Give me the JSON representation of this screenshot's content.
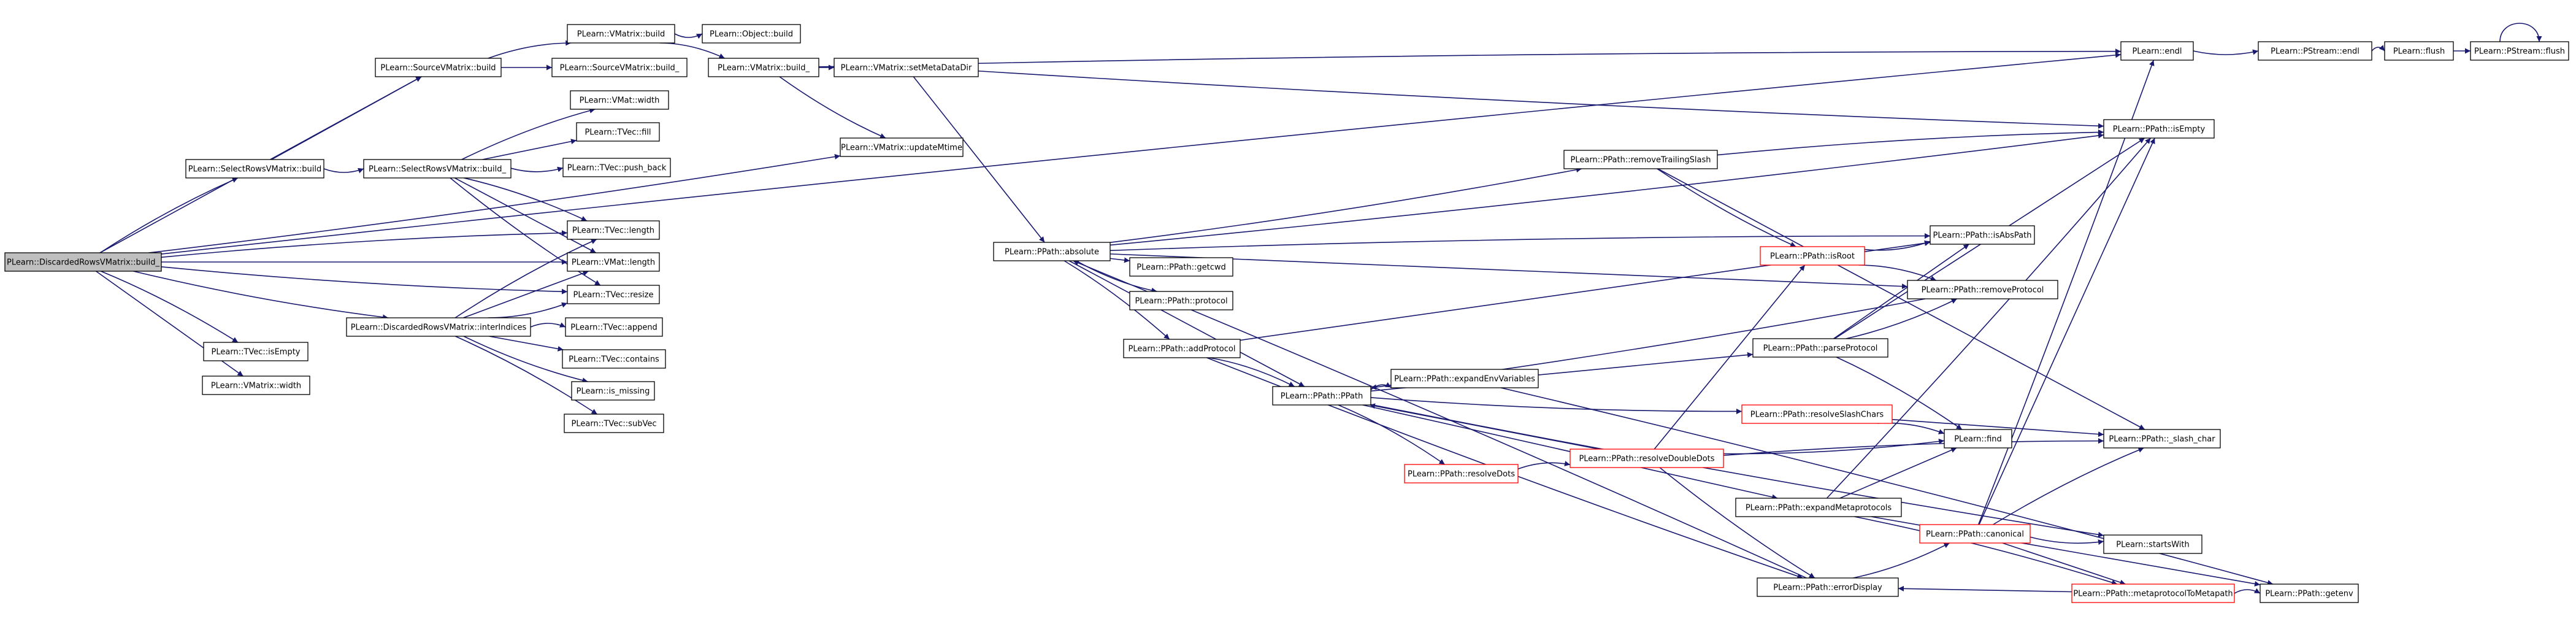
{
  "colors": {
    "edge": "#191970",
    "node_border": "#000000",
    "highlighted_border": "#ff0000",
    "root_fill": "#bfbfbf",
    "node_fill": "#ffffff"
  },
  "nodes": [
    {
      "id": "root",
      "label": "PLearn::DiscardedRowsVMatrix::build_",
      "style": "root"
    },
    {
      "id": "srv_build",
      "label": "PLearn::SelectRowsVMatrix::build",
      "style": "normal"
    },
    {
      "id": "srcv_build",
      "label": "PLearn::SourceVMatrix::build",
      "style": "normal"
    },
    {
      "id": "vm_build",
      "label": "PLearn::VMatrix::build",
      "style": "normal"
    },
    {
      "id": "obj_build",
      "label": "PLearn::Object::build",
      "style": "normal"
    },
    {
      "id": "srcv_build_",
      "label": "PLearn::SourceVMatrix::build_",
      "style": "normal"
    },
    {
      "id": "vm_build_",
      "label": "PLearn::VMatrix::build_",
      "style": "normal"
    },
    {
      "id": "setmeta",
      "label": "PLearn::VMatrix::setMetaDataDir",
      "style": "normal"
    },
    {
      "id": "updmtime",
      "label": "PLearn::VMatrix::updateMtime",
      "style": "normal"
    },
    {
      "id": "srv_build_",
      "label": "PLearn::SelectRowsVMatrix::build_",
      "style": "normal"
    },
    {
      "id": "vmat_width",
      "label": "PLearn::VMat::width",
      "style": "normal"
    },
    {
      "id": "tvec_fill",
      "label": "PLearn::TVec::fill",
      "style": "normal"
    },
    {
      "id": "tvec_pushback",
      "label": "PLearn::TVec::push_back",
      "style": "normal"
    },
    {
      "id": "tvec_length",
      "label": "PLearn::TVec::length",
      "style": "normal"
    },
    {
      "id": "vmat_length",
      "label": "PLearn::VMat::length",
      "style": "normal"
    },
    {
      "id": "tvec_resize",
      "label": "PLearn::TVec::resize",
      "style": "normal"
    },
    {
      "id": "drv_inter",
      "label": "PLearn::DiscardedRowsVMatrix::interIndices",
      "style": "normal"
    },
    {
      "id": "tvec_append",
      "label": "PLearn::TVec::append",
      "style": "normal"
    },
    {
      "id": "tvec_contains",
      "label": "PLearn::TVec::contains",
      "style": "normal"
    },
    {
      "id": "is_missing",
      "label": "PLearn::is_missing",
      "style": "normal"
    },
    {
      "id": "tvec_subvec",
      "label": "PLearn::TVec::subVec",
      "style": "normal"
    },
    {
      "id": "tvec_isempty",
      "label": "PLearn::TVec::isEmpty",
      "style": "normal"
    },
    {
      "id": "vmatrix_width",
      "label": "PLearn::VMatrix::width",
      "style": "normal"
    },
    {
      "id": "absolute",
      "label": "PLearn::PPath::absolute",
      "style": "normal"
    },
    {
      "id": "getcwd",
      "label": "PLearn::PPath::getcwd",
      "style": "normal"
    },
    {
      "id": "protocol",
      "label": "PLearn::PPath::protocol",
      "style": "normal"
    },
    {
      "id": "addprotocol",
      "label": "PLearn::PPath::addProtocol",
      "style": "normal"
    },
    {
      "id": "ppath",
      "label": "PLearn::PPath::PPath",
      "style": "normal"
    },
    {
      "id": "expandenv",
      "label": "PLearn::PPath::expandEnvVariables",
      "style": "normal"
    },
    {
      "id": "resolvedots",
      "label": "PLearn::PPath::resolveDots",
      "style": "red"
    },
    {
      "id": "resolvedoubledots",
      "label": "PLearn::PPath::resolveDoubleDots",
      "style": "red"
    },
    {
      "id": "resolveslash",
      "label": "PLearn::PPath::resolveSlashChars",
      "style": "red"
    },
    {
      "id": "removetrailing",
      "label": "PLearn::PPath::removeTrailingSlash",
      "style": "normal"
    },
    {
      "id": "isroot",
      "label": "PLearn::PPath::isRoot",
      "style": "red"
    },
    {
      "id": "isabspath",
      "label": "PLearn::PPath::isAbsPath",
      "style": "normal"
    },
    {
      "id": "removeprotocol",
      "label": "PLearn::PPath::removeProtocol",
      "style": "normal"
    },
    {
      "id": "parseprotocol",
      "label": "PLearn::PPath::parseProtocol",
      "style": "normal"
    },
    {
      "id": "find",
      "label": "PLearn::find",
      "style": "normal"
    },
    {
      "id": "slashchar",
      "label": "PLearn::PPath::_slash_char",
      "style": "normal"
    },
    {
      "id": "expandmeta",
      "label": "PLearn::PPath::expandMetaprotocols",
      "style": "normal"
    },
    {
      "id": "canonical",
      "label": "PLearn::PPath::canonical",
      "style": "red"
    },
    {
      "id": "startswith",
      "label": "PLearn::startsWith",
      "style": "normal"
    },
    {
      "id": "metatometa",
      "label": "PLearn::PPath::metaprotocolToMetapath",
      "style": "red"
    },
    {
      "id": "getenv",
      "label": "PLearn::PPath::getenv",
      "style": "normal"
    },
    {
      "id": "errordisplay",
      "label": "PLearn::PPath::errorDisplay",
      "style": "normal"
    },
    {
      "id": "endl",
      "label": "PLearn::endl",
      "style": "normal"
    },
    {
      "id": "pstream_endl",
      "label": "PLearn::PStream::endl",
      "style": "normal"
    },
    {
      "id": "flush",
      "label": "PLearn::flush",
      "style": "normal"
    },
    {
      "id": "pstream_flush",
      "label": "PLearn::PStream::flush",
      "style": "normal"
    },
    {
      "id": "isempty",
      "label": "PLearn::PPath::isEmpty",
      "style": "normal"
    }
  ],
  "edges": [
    [
      "root",
      "srv_build"
    ],
    [
      "root",
      "srcv_build"
    ],
    [
      "root",
      "drv_inter"
    ],
    [
      "root",
      "tvec_length"
    ],
    [
      "root",
      "vmat_length"
    ],
    [
      "root",
      "tvec_resize"
    ],
    [
      "root",
      "tvec_isempty"
    ],
    [
      "root",
      "vmatrix_width"
    ],
    [
      "root",
      "updmtime"
    ],
    [
      "root",
      "endl"
    ],
    [
      "srv_build",
      "srcv_build"
    ],
    [
      "srv_build",
      "srv_build_"
    ],
    [
      "srcv_build",
      "vm_build"
    ],
    [
      "srcv_build",
      "srcv_build_"
    ],
    [
      "vm_build",
      "obj_build"
    ],
    [
      "vm_build",
      "vm_build_"
    ],
    [
      "vm_build_",
      "setmeta"
    ],
    [
      "vm_build_",
      "updmtime"
    ],
    [
      "vm_build_",
      "endl"
    ],
    [
      "setmeta",
      "absolute"
    ],
    [
      "setmeta",
      "isempty"
    ],
    [
      "srv_build_",
      "vmat_width"
    ],
    [
      "srv_build_",
      "tvec_fill"
    ],
    [
      "srv_build_",
      "tvec_pushback"
    ],
    [
      "srv_build_",
      "tvec_length"
    ],
    [
      "srv_build_",
      "vmat_length"
    ],
    [
      "srv_build_",
      "tvec_resize"
    ],
    [
      "drv_inter",
      "tvec_length"
    ],
    [
      "drv_inter",
      "vmat_length"
    ],
    [
      "drv_inter",
      "tvec_resize"
    ],
    [
      "drv_inter",
      "tvec_append"
    ],
    [
      "drv_inter",
      "tvec_contains"
    ],
    [
      "drv_inter",
      "is_missing"
    ],
    [
      "drv_inter",
      "tvec_subvec"
    ],
    [
      "absolute",
      "getcwd"
    ],
    [
      "absolute",
      "protocol"
    ],
    [
      "absolute",
      "addprotocol"
    ],
    [
      "absolute",
      "ppath"
    ],
    [
      "absolute",
      "removetrailing"
    ],
    [
      "absolute",
      "isabspath"
    ],
    [
      "absolute",
      "removeprotocol"
    ],
    [
      "absolute",
      "isempty"
    ],
    [
      "addprotocol",
      "ppath"
    ],
    [
      "addprotocol",
      "isabspath"
    ],
    [
      "addprotocol",
      "errordisplay"
    ],
    [
      "ppath",
      "expandenv"
    ],
    [
      "ppath",
      "parseprotocol"
    ],
    [
      "ppath",
      "resolveslash"
    ],
    [
      "ppath",
      "resolvedots"
    ],
    [
      "ppath",
      "expandmeta"
    ],
    [
      "ppath",
      "startswith"
    ],
    [
      "resolvedots",
      "resolvedoubledots"
    ],
    [
      "resolvedoubledots",
      "ppath"
    ],
    [
      "resolvedoubledots",
      "find"
    ],
    [
      "resolvedoubledots",
      "slashchar"
    ],
    [
      "resolvedoubledots",
      "isroot"
    ],
    [
      "resolvedoubledots",
      "errordisplay"
    ],
    [
      "resolveslash",
      "find"
    ],
    [
      "resolveslash",
      "slashchar"
    ],
    [
      "removetrailing",
      "isroot"
    ],
    [
      "removetrailing",
      "isempty"
    ],
    [
      "removetrailing",
      "slashchar"
    ],
    [
      "isroot",
      "isabspath"
    ],
    [
      "isroot",
      "removeprotocol"
    ],
    [
      "parseprotocol",
      "isabspath"
    ],
    [
      "parseprotocol",
      "removeprotocol"
    ],
    [
      "parseprotocol",
      "find"
    ],
    [
      "parseprotocol",
      "isempty"
    ],
    [
      "removeprotocol",
      "ppath"
    ],
    [
      "expandenv",
      "getenv"
    ],
    [
      "expandmeta",
      "find"
    ],
    [
      "expandmeta",
      "isempty"
    ],
    [
      "expandmeta",
      "metatometa"
    ],
    [
      "expandmeta",
      "getenv"
    ],
    [
      "errordisplay",
      "canonical"
    ],
    [
      "errordisplay",
      "absolute"
    ],
    [
      "canonical",
      "isempty"
    ],
    [
      "canonical",
      "startswith"
    ],
    [
      "canonical",
      "slashchar"
    ],
    [
      "canonical",
      "metatometa"
    ],
    [
      "canonical",
      "endl"
    ],
    [
      "metatometa",
      "getenv"
    ],
    [
      "metatometa",
      "errordisplay"
    ],
    [
      "endl",
      "pstream_endl"
    ],
    [
      "pstream_endl",
      "flush"
    ],
    [
      "flush",
      "pstream_flush"
    ],
    [
      "pstream_flush",
      "pstream_flush"
    ]
  ]
}
